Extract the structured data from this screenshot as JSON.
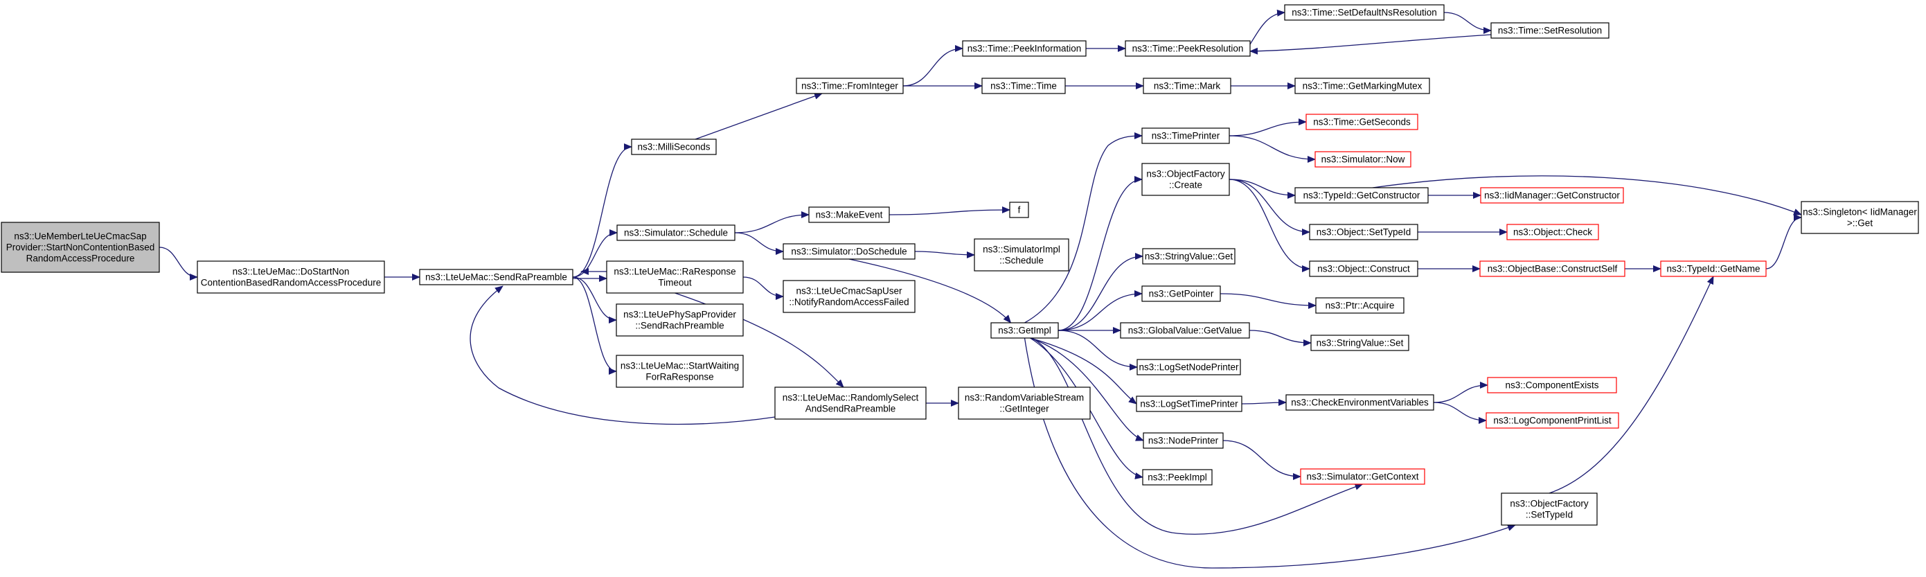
{
  "colors": {
    "edge": "#191970",
    "node_border": "#000000",
    "truncated_border": "#ff0000",
    "root_fill": "#bfbfbf",
    "node_fill": "#ffffff"
  },
  "nodes": {
    "n0": {
      "lines": [
        "ns3::UeMemberLteUeCmacSap",
        "Provider::StartNonContentionBased",
        "RandomAccessProcedure"
      ],
      "root": true
    },
    "n1": {
      "lines": [
        "ns3::LteUeMac::DoStartNon",
        "ContentionBasedRandomAccessProcedure"
      ]
    },
    "n2": {
      "lines": [
        "ns3::LteUeMac::SendRaPreamble"
      ]
    },
    "n3": {
      "lines": [
        "ns3::MilliSeconds"
      ]
    },
    "n4": {
      "lines": [
        "ns3::Simulator::Schedule"
      ]
    },
    "n5": {
      "lines": [
        "ns3::LteUeMac::RaResponse",
        "Timeout"
      ]
    },
    "n6": {
      "lines": [
        "ns3::LteUePhySapProvider",
        "::SendRachPreamble"
      ]
    },
    "n7": {
      "lines": [
        "ns3::LteUeMac::StartWaiting",
        "ForRaResponse"
      ]
    },
    "n8": {
      "lines": [
        "ns3::Time::FromInteger"
      ]
    },
    "n9": {
      "lines": [
        "ns3::MakeEvent"
      ]
    },
    "n10": {
      "lines": [
        "ns3::Simulator::DoSchedule"
      ]
    },
    "n11": {
      "lines": [
        "ns3::LteUeCmacSapUser",
        "::NotifyRandomAccessFailed"
      ]
    },
    "n12": {
      "lines": [
        "ns3::LteUeMac::RandomlySelect",
        "AndSendRaPreamble"
      ]
    },
    "n13": {
      "lines": [
        "ns3::Time::PeekInformation"
      ]
    },
    "n14": {
      "lines": [
        "ns3::Time::Time"
      ]
    },
    "n15": {
      "lines": [
        "f"
      ]
    },
    "n16": {
      "lines": [
        "ns3::SimulatorImpl",
        "::Schedule"
      ]
    },
    "n17": {
      "lines": [
        "ns3::GetImpl"
      ]
    },
    "n18": {
      "lines": [
        "ns3::RandomVariableStream",
        "::GetInteger"
      ]
    },
    "n19": {
      "lines": [
        "ns3::Time::SetDefaultNsResolution"
      ]
    },
    "n20": {
      "lines": [
        "ns3::Time::PeekResolution"
      ]
    },
    "n21": {
      "lines": [
        "ns3::Time::SetResolution"
      ]
    },
    "n22": {
      "lines": [
        "ns3::Time::Mark"
      ]
    },
    "n23": {
      "lines": [
        "ns3::Time::GetMarkingMutex"
      ]
    },
    "n24": {
      "lines": [
        "ns3::TimePrinter"
      ]
    },
    "n25": {
      "lines": [
        "ns3::ObjectFactory",
        "::Create"
      ]
    },
    "n26": {
      "lines": [
        "ns3::StringValue::Get"
      ]
    },
    "n27": {
      "lines": [
        "ns3::GetPointer"
      ]
    },
    "n28": {
      "lines": [
        "ns3::GlobalValue::GetValue"
      ]
    },
    "n29": {
      "lines": [
        "ns3::LogSetNodePrinter"
      ]
    },
    "n30": {
      "lines": [
        "ns3::LogSetTimePrinter"
      ]
    },
    "n31": {
      "lines": [
        "ns3::NodePrinter"
      ]
    },
    "n32": {
      "lines": [
        "ns3::PeekImpl"
      ]
    },
    "n33": {
      "lines": [
        "ns3::Time::GetSeconds"
      ],
      "truncated": true
    },
    "n34": {
      "lines": [
        "ns3::Simulator::Now"
      ],
      "truncated": true
    },
    "n35": {
      "lines": [
        "ns3::TypeId::GetConstructor"
      ]
    },
    "n36": {
      "lines": [
        "ns3::Object::SetTypeId"
      ]
    },
    "n37": {
      "lines": [
        "ns3::Object::Construct"
      ]
    },
    "n38": {
      "lines": [
        "ns3::Ptr::Acquire"
      ]
    },
    "n39": {
      "lines": [
        "ns3::StringValue::Set"
      ]
    },
    "n40": {
      "lines": [
        "ns3::CheckEnvironmentVariables"
      ]
    },
    "n41": {
      "lines": [
        "ns3::Simulator::GetContext"
      ],
      "truncated": true
    },
    "n42": {
      "lines": [
        "ns3::ObjectFactory",
        "::SetTypeId"
      ]
    },
    "n43": {
      "lines": [
        "ns3::IidManager::GetConstructor"
      ],
      "truncated": true
    },
    "n44": {
      "lines": [
        "ns3::Object::Check"
      ],
      "truncated": true
    },
    "n45": {
      "lines": [
        "ns3::ObjectBase::ConstructSelf"
      ],
      "truncated": true
    },
    "n46": {
      "lines": [
        "ns3::ComponentExists"
      ],
      "truncated": true
    },
    "n47": {
      "lines": [
        "ns3::LogComponentPrintList"
      ],
      "truncated": true
    },
    "n48": {
      "lines": [
        "ns3::TypeId::GetName"
      ],
      "truncated": true
    },
    "n49": {
      "lines": [
        "ns3::Singleton< IidManager",
        ">::Get"
      ]
    }
  },
  "edges": [
    [
      "n0",
      "n1"
    ],
    [
      "n1",
      "n2"
    ],
    [
      "n2",
      "n3"
    ],
    [
      "n2",
      "n4"
    ],
    [
      "n2",
      "n5"
    ],
    [
      "n2",
      "n6"
    ],
    [
      "n2",
      "n7"
    ],
    [
      "n3",
      "n8"
    ],
    [
      "n8",
      "n13"
    ],
    [
      "n8",
      "n14"
    ],
    [
      "n13",
      "n20"
    ],
    [
      "n20",
      "n19"
    ],
    [
      "n19",
      "n21"
    ],
    [
      "n21",
      "n20"
    ],
    [
      "n14",
      "n22"
    ],
    [
      "n22",
      "n23"
    ],
    [
      "n4",
      "n9"
    ],
    [
      "n4",
      "n10"
    ],
    [
      "n9",
      "n15"
    ],
    [
      "n10",
      "n16"
    ],
    [
      "n10",
      "n17"
    ],
    [
      "n5",
      "n2"
    ],
    [
      "n5",
      "n11"
    ],
    [
      "n5",
      "n12"
    ],
    [
      "n12",
      "n2"
    ],
    [
      "n12",
      "n18"
    ],
    [
      "n17",
      "n24"
    ],
    [
      "n17",
      "n25"
    ],
    [
      "n17",
      "n26"
    ],
    [
      "n17",
      "n27"
    ],
    [
      "n17",
      "n28"
    ],
    [
      "n17",
      "n29"
    ],
    [
      "n17",
      "n30"
    ],
    [
      "n17",
      "n31"
    ],
    [
      "n17",
      "n32"
    ],
    [
      "n17",
      "n41"
    ],
    [
      "n17",
      "n42"
    ],
    [
      "n24",
      "n33"
    ],
    [
      "n24",
      "n34"
    ],
    [
      "n25",
      "n35"
    ],
    [
      "n25",
      "n36"
    ],
    [
      "n25",
      "n37"
    ],
    [
      "n35",
      "n43"
    ],
    [
      "n35",
      "n49"
    ],
    [
      "n36",
      "n44"
    ],
    [
      "n37",
      "n45"
    ],
    [
      "n45",
      "n48"
    ],
    [
      "n48",
      "n49"
    ],
    [
      "n42",
      "n48"
    ],
    [
      "n27",
      "n38"
    ],
    [
      "n28",
      "n39"
    ],
    [
      "n30",
      "n40"
    ],
    [
      "n40",
      "n46"
    ],
    [
      "n40",
      "n47"
    ],
    [
      "n31",
      "n41"
    ]
  ]
}
